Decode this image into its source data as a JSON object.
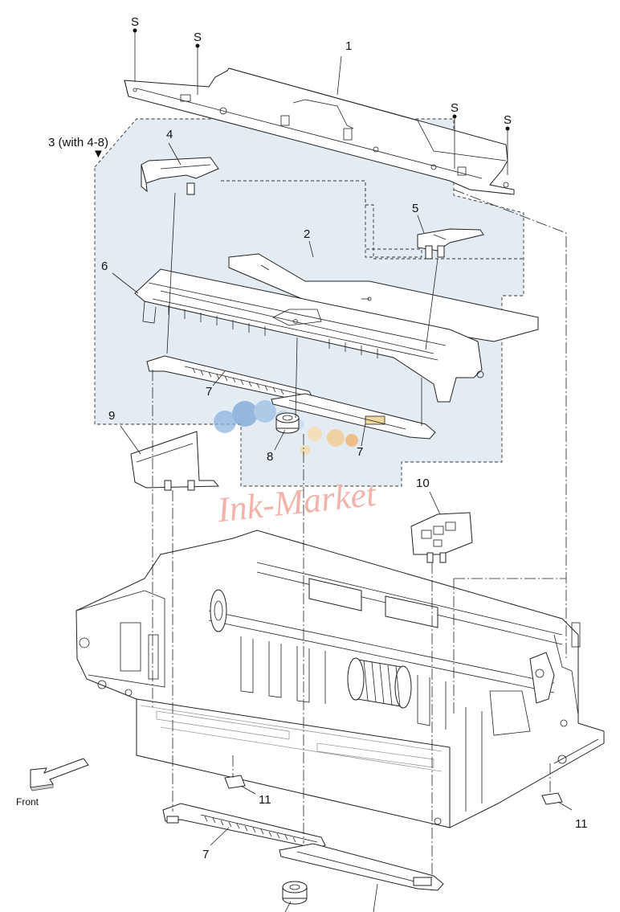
{
  "callouts": {
    "screw_label": "S",
    "part_1": "1",
    "part_2": "2",
    "part_3": "3 (with 4-8)",
    "part_4": "4",
    "part_5": "5",
    "part_6": "6",
    "part_7": "7",
    "part_8": "8",
    "part_9": "9",
    "part_10": "10",
    "part_11": "11"
  },
  "front_label": "Front",
  "watermark": "Ink-Market",
  "colors": {
    "assembly_fill": "#e4ecf3",
    "watermark": "#f2b3ad",
    "line": "#222222"
  }
}
